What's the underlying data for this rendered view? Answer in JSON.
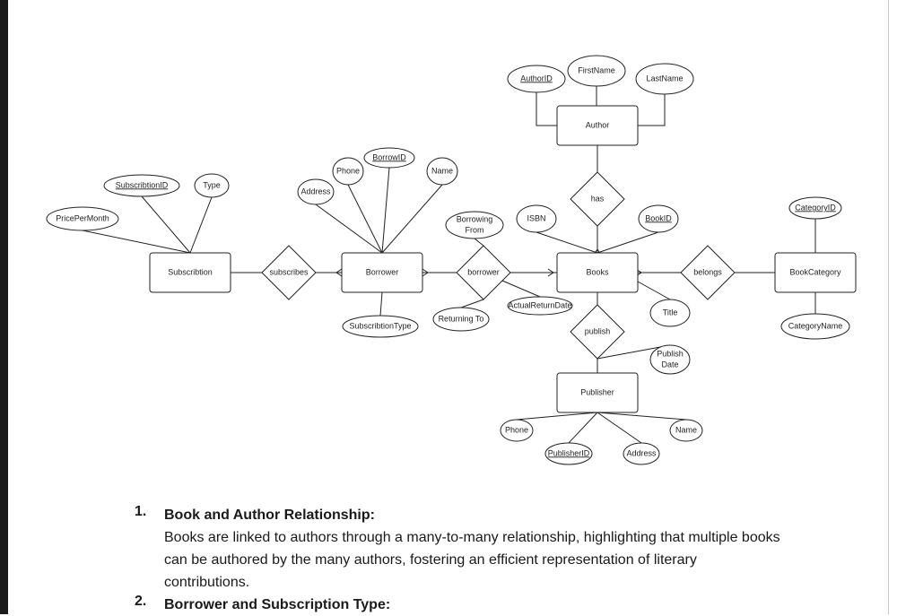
{
  "diagram": {
    "entities": [
      {
        "id": "author",
        "label": "Author"
      },
      {
        "id": "subscription",
        "label": "Subscribtion"
      },
      {
        "id": "borrower",
        "label": "Borrower"
      },
      {
        "id": "books",
        "label": "Books"
      },
      {
        "id": "bookcategory",
        "label": "BookCategory"
      },
      {
        "id": "publisher",
        "label": "Publisher"
      }
    ],
    "relationships": [
      {
        "id": "has",
        "label": "has"
      },
      {
        "id": "subscribes",
        "label": "subscribes"
      },
      {
        "id": "borrower_rel",
        "label": "borrower"
      },
      {
        "id": "belongs",
        "label": "belongs"
      },
      {
        "id": "publish",
        "label": "publish"
      }
    ],
    "attributes": [
      {
        "id": "authorid",
        "label": "AuthorID",
        "key": true
      },
      {
        "id": "firstname",
        "label": "FirstName",
        "key": false
      },
      {
        "id": "lastname",
        "label": "LastName",
        "key": false
      },
      {
        "id": "borrowid",
        "label": "BorrowID",
        "key": true
      },
      {
        "id": "phone_b",
        "label": "Phone",
        "key": false
      },
      {
        "id": "name_b",
        "label": "Name",
        "key": false
      },
      {
        "id": "address_b",
        "label": "Address",
        "key": false
      },
      {
        "id": "subscriptionid",
        "label": "SubscribtionID",
        "key": true
      },
      {
        "id": "type",
        "label": "Type",
        "key": false
      },
      {
        "id": "pricepermonth",
        "label": "PricePerMonth",
        "key": false
      },
      {
        "id": "borrowingfrom",
        "label": "Borrowing From",
        "key": false
      },
      {
        "id": "isbn",
        "label": "ISBN",
        "key": false
      },
      {
        "id": "bookid",
        "label": "BookID",
        "key": true
      },
      {
        "id": "categoryid",
        "label": "CategoryID",
        "key": true
      },
      {
        "id": "categoryname",
        "label": "CategoryName",
        "key": false
      },
      {
        "id": "subscriptiontype",
        "label": "SubscribtionType",
        "key": false
      },
      {
        "id": "returningto",
        "label": "Returning To",
        "key": false
      },
      {
        "id": "actualreturndate",
        "label": "ActualReturnDate",
        "key": false
      },
      {
        "id": "title",
        "label": "Title",
        "key": false
      },
      {
        "id": "publishdate",
        "label": "Publish Date",
        "key": false
      },
      {
        "id": "phone_p",
        "label": "Phone",
        "key": false
      },
      {
        "id": "name_p",
        "label": "Name",
        "key": false
      },
      {
        "id": "publisherid",
        "label": "PublisherID",
        "key": true
      },
      {
        "id": "address_p",
        "label": "Address",
        "key": false
      }
    ]
  },
  "document": {
    "items": [
      {
        "number": "1.",
        "heading": "Book and Author Relationship:",
        "body": "Books are linked to authors through a many-to-many relationship, highlighting that multiple books can be authored by the many authors, fostering an efficient representation of literary contributions."
      },
      {
        "number": "2.",
        "heading": "Borrower and Subscription Type:",
        "body": ""
      }
    ]
  },
  "colors": {
    "stroke": "#222222",
    "fill": "#ffffff",
    "text": "#222222",
    "left_bar": "#1a1a1a"
  }
}
